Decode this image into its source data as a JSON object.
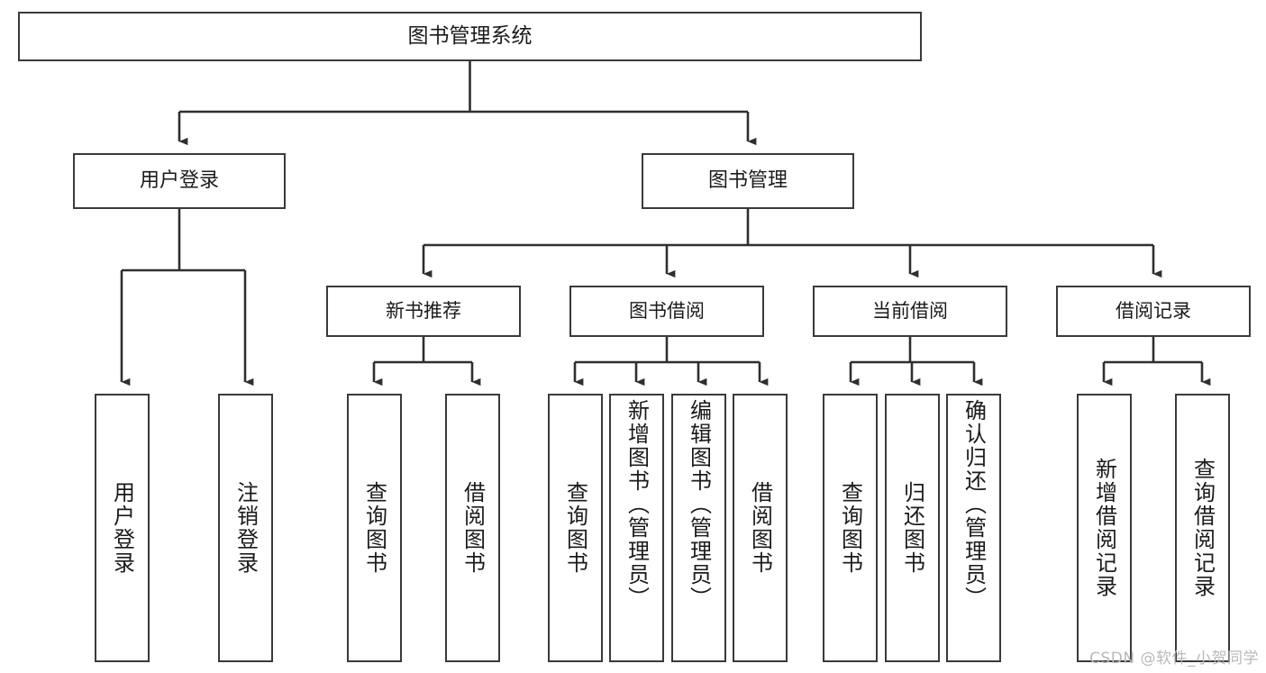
{
  "diagram": {
    "title": "图书管理系统",
    "type": "hierarchy-tree",
    "root": {
      "id": "root",
      "label": "图书管理系统"
    },
    "level1": [
      {
        "id": "user-login",
        "label": "用户登录"
      },
      {
        "id": "book-management",
        "label": "图书管理"
      }
    ],
    "level2": [
      {
        "id": "new-book-recommend",
        "label": "新书推荐"
      },
      {
        "id": "book-borrow",
        "label": "图书借阅"
      },
      {
        "id": "current-borrow",
        "label": "当前借阅"
      },
      {
        "id": "borrow-record",
        "label": "借阅记录"
      }
    ],
    "leaves": {
      "user_login": [
        {
          "id": "leaf-user-login",
          "label": "用户登录"
        },
        {
          "id": "leaf-logout-login",
          "label": "注销登录"
        }
      ],
      "new_book_recommend": [
        {
          "id": "leaf-query-book-1",
          "label": "查询图书"
        },
        {
          "id": "leaf-borrow-book-1",
          "label": "借阅图书"
        }
      ],
      "book_borrow": [
        {
          "id": "leaf-query-book-2",
          "label": "查询图书"
        },
        {
          "id": "leaf-add-book",
          "label": "新增图书（管理员）"
        },
        {
          "id": "leaf-edit-book",
          "label": "编辑图书（管理员）"
        },
        {
          "id": "leaf-borrow-book-2",
          "label": "借阅图书"
        }
      ],
      "current_borrow": [
        {
          "id": "leaf-query-book-3",
          "label": "查询图书"
        },
        {
          "id": "leaf-return-book",
          "label": "归还图书"
        },
        {
          "id": "leaf-confirm-return",
          "label": "确认归还（管理员）"
        }
      ],
      "borrow_record": [
        {
          "id": "leaf-add-record",
          "label": "新增借阅记录"
        },
        {
          "id": "leaf-query-record",
          "label": "查询借阅记录"
        }
      ]
    }
  },
  "watermark": {
    "text": "CSDN @软件_小贺同学"
  },
  "colors": {
    "border": "#3a3a3a",
    "background": "#ffffff",
    "text": "#1b1b1b",
    "watermark": "#b9b9b9"
  }
}
